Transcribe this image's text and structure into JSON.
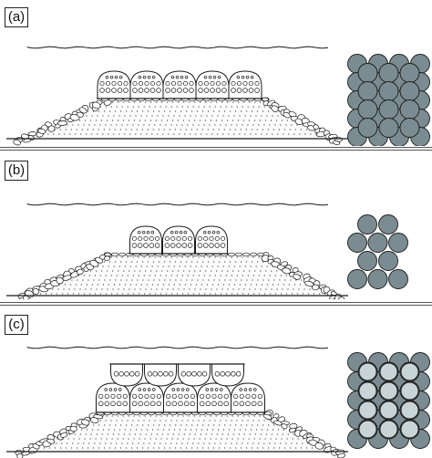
{
  "panels": [
    {
      "label": "(a)",
      "reef_units": 5,
      "stacked_units": 0,
      "plan_pattern": "square-5x5"
    },
    {
      "label": "(b)",
      "reef_units": 3,
      "stacked_units": 0,
      "plan_pattern": "hex-small"
    },
    {
      "label": "(c)",
      "reef_units": 5,
      "stacked_units": 4,
      "plan_pattern": "two-layer"
    }
  ],
  "colors": {
    "outline": "#1a1a1a",
    "circle_dark": "#7a8c91",
    "circle_light": "#c9d4d6",
    "divider": "#555555",
    "background": "#ffffff"
  }
}
